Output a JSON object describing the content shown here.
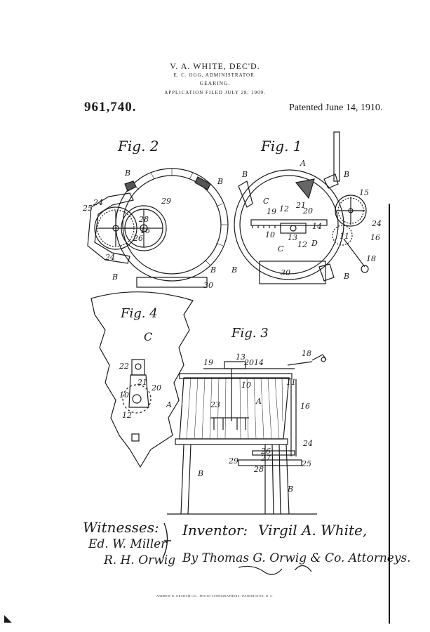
{
  "header": {
    "name": "V. A. WHITE, DEC'D.",
    "administrator": "E. C. OGG, ADMINISTRATOR.",
    "subject": "GEARING.",
    "application": "APPLICATION FILED JULY 28, 1909."
  },
  "patent_number": "961,740.",
  "patent_date": "Patented June 14, 1910.",
  "figures": {
    "fig1": "Fig. 1",
    "fig2": "Fig. 2",
    "fig3": "Fig. 3",
    "fig4": "Fig. 4"
  },
  "signatures": {
    "witnesses_label": "Witnesses:",
    "witness1": "Ed. W. Miller",
    "witness2": "R. H. Orwig",
    "inventor_label": "Inventor:",
    "inventor": "Virgil A. White,",
    "attorney_line": "By Thomas G. Orwig & Co. Attorneys."
  },
  "footer": "ANDREW B. GRAHAM CO., PHOTO-LITHOGRAPHERS, WASHINGTON, D. C.",
  "colors": {
    "ink": "#1a1a1a",
    "paper": "#ffffff"
  }
}
